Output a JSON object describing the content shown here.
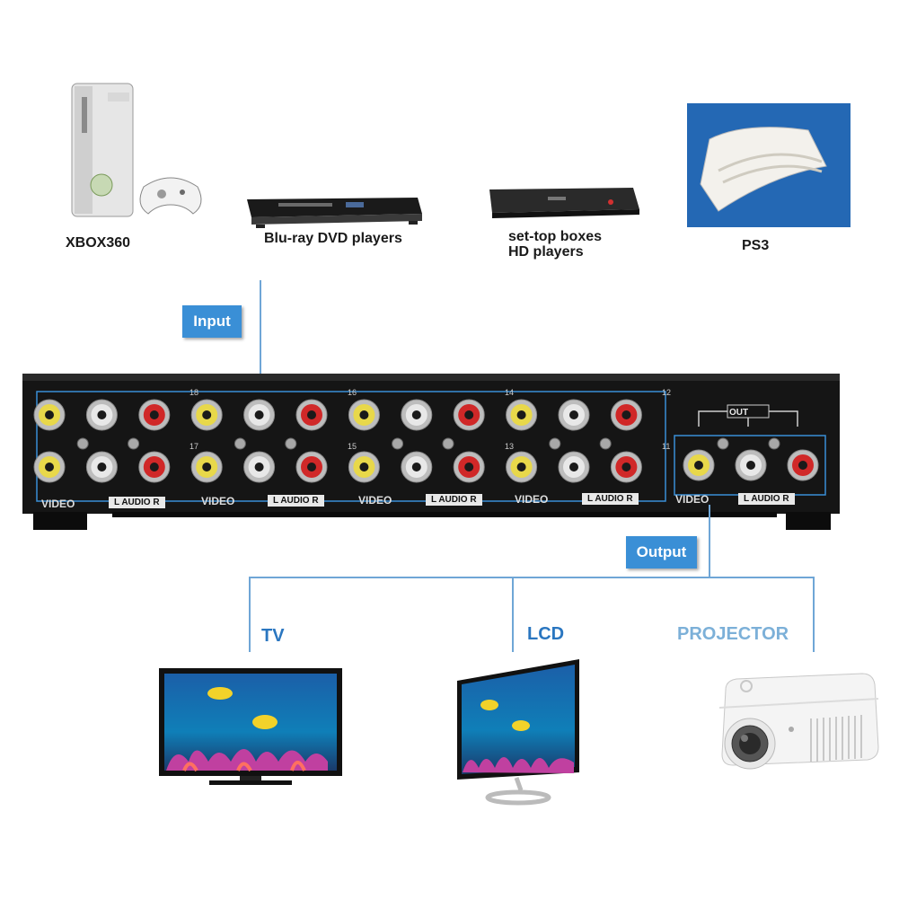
{
  "inputs": [
    {
      "label": "XBOX360"
    },
    {
      "label": "Blu-ray DVD players"
    },
    {
      "label_lines": [
        "set-top boxes",
        "HD players"
      ]
    },
    {
      "label": "PS3"
    }
  ],
  "tags": {
    "input": "Input",
    "output": "Output"
  },
  "switch": {
    "channel_numbers_top": [
      "18",
      "16",
      "14",
      "12"
    ],
    "channel_numbers_bottom": [
      "17",
      "15",
      "13",
      "11"
    ],
    "video_label": "VIDEO",
    "audio_label": "L AUDIO R",
    "out_label": "OUT"
  },
  "outputs": [
    {
      "label": "TV",
      "color": "#2a76c0"
    },
    {
      "label": "LCD",
      "color": "#2a76c0"
    },
    {
      "label": "PROJECTOR",
      "color": "#7cb0d8"
    }
  ],
  "colors": {
    "accent": "#3a8fd6",
    "line": "#6fa6d6",
    "rca_yellow": "#e8d84a",
    "rca_white": "#e8e8e8",
    "rca_red": "#d02828"
  }
}
